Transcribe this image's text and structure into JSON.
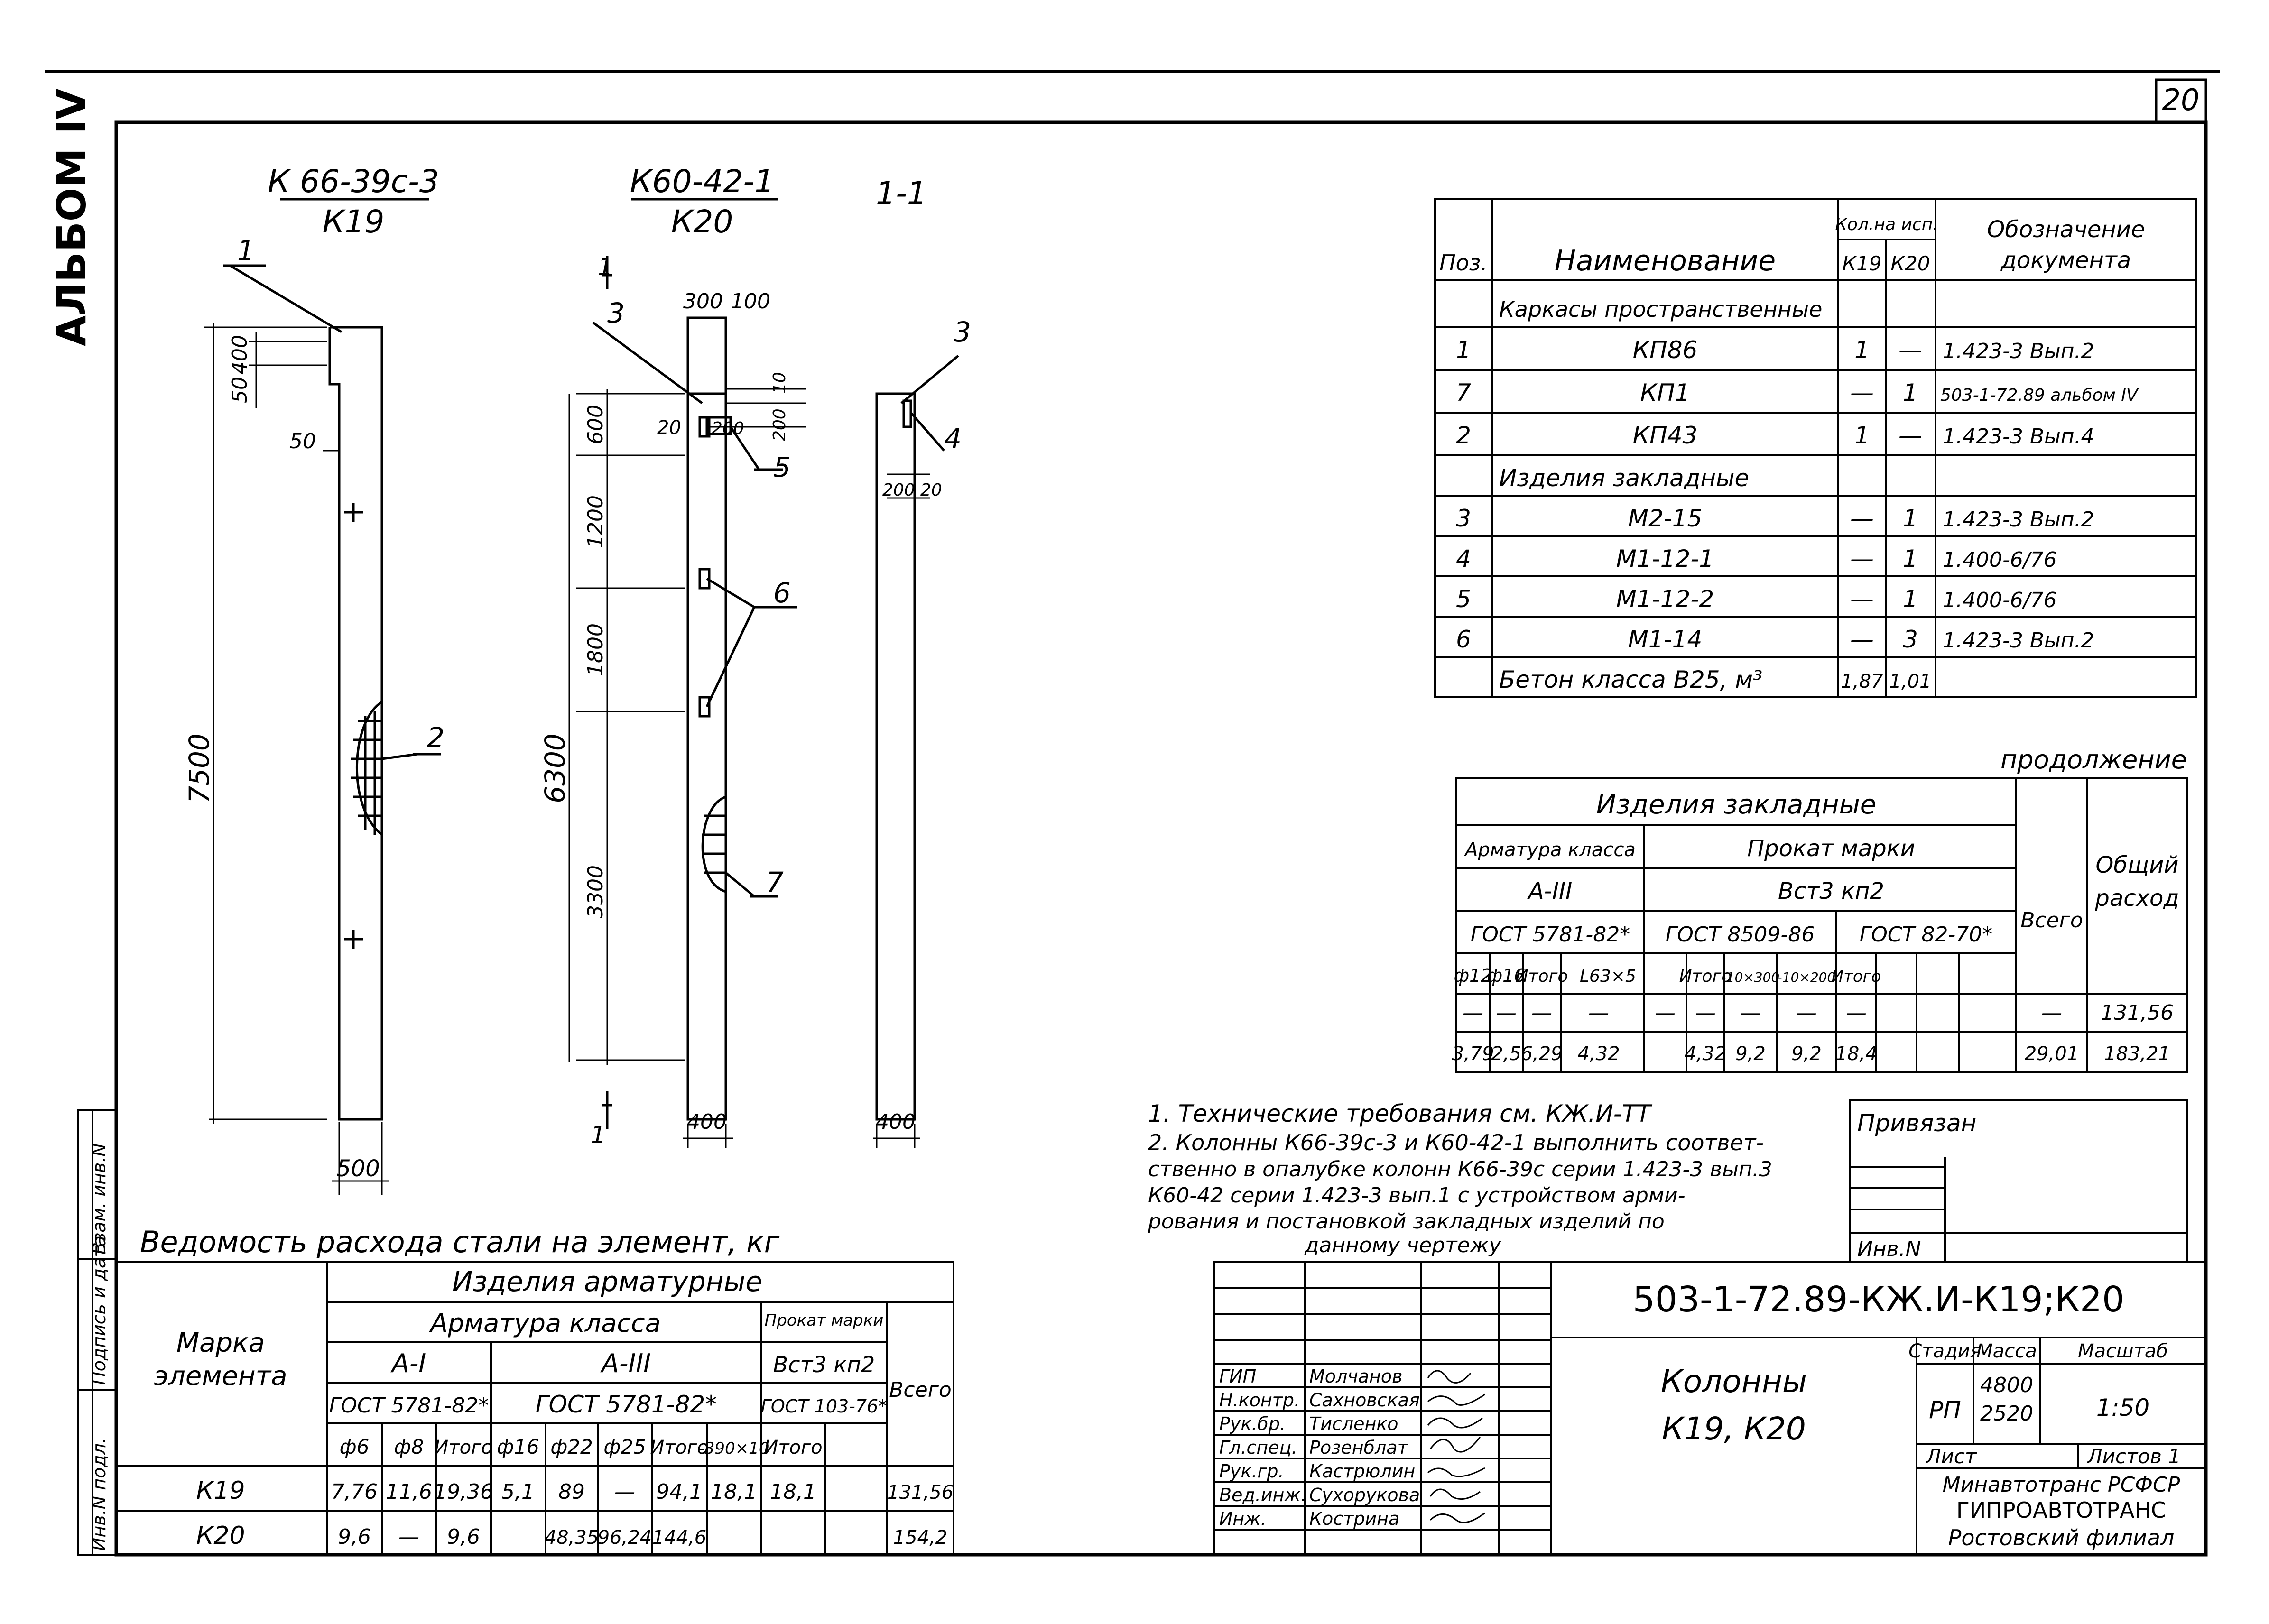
{
  "sheet_number": "20",
  "album": "АЛЬБОМ IV",
  "views": [
    {
      "mark": "К 66-39с-3",
      "sub": "К19"
    },
    {
      "mark": "К60-42-1",
      "sub": "К20"
    },
    {
      "mark": "1-1"
    }
  ],
  "drawing_dims": {
    "k19": {
      "top_a": "50",
      "top_b": "400",
      "side": "50",
      "height": "7500",
      "width": "500"
    },
    "k20": {
      "seg1": "600",
      "seg2": "1200",
      "seg3": "1800",
      "total": "6300",
      "seg4": "3300",
      "width": "400",
      "top_a": "300",
      "top_b": "100",
      "d20": "20",
      "d200": "200",
      "d10": "10"
    },
    "section": {
      "a": "200",
      "b": "20",
      "width": "400"
    }
  },
  "callouts": [
    "1",
    "2",
    "3",
    "4",
    "5",
    "6",
    "7"
  ],
  "section_mark": "1",
  "spec_table": {
    "headers": {
      "pos": "Поз.",
      "name": "Наименование",
      "qty": "Кол.на исп.",
      "k19": "К19",
      "k20": "К20",
      "doc": "Обозначение документа"
    },
    "groups": [
      {
        "title": "Каркасы пространственные",
        "rows": [
          {
            "pos": "1",
            "name": "КП86",
            "k19": "1",
            "k20": "—",
            "doc": "1.423-3 Вып.2"
          },
          {
            "pos": "7",
            "name": "КП1",
            "k19": "—",
            "k20": "1",
            "doc": "503-1-72.89 альбом IV"
          },
          {
            "pos": "2",
            "name": "КП43",
            "k19": "1",
            "k20": "—",
            "doc": "1.423-3 Вып.4"
          }
        ]
      },
      {
        "title": "Изделия закладные",
        "rows": [
          {
            "pos": "3",
            "name": "М2-15",
            "k19": "—",
            "k20": "1",
            "doc": "1.423-3 Вып.2"
          },
          {
            "pos": "4",
            "name": "М1-12-1",
            "k19": "—",
            "k20": "1",
            "doc": "1.400-6/76"
          },
          {
            "pos": "5",
            "name": "М1-12-2",
            "k19": "—",
            "k20": "1",
            "doc": "1.400-6/76"
          },
          {
            "pos": "6",
            "name": "М1-14",
            "k19": "—",
            "k20": "3",
            "doc": "1.423-3 Вып.2"
          }
        ]
      }
    ],
    "concrete": {
      "label": "Бетон класса В25, м³",
      "k19": "1,87",
      "k20": "1,01"
    }
  },
  "continuation": {
    "caption": "продолжение",
    "title": "Изделия закладные",
    "arm_class_header": "Арматура класса",
    "arm_class": "А-III",
    "arm_gost": "ГОСТ 5781-82*",
    "prokat_header": "Прокат марки",
    "prokat_grade": "Вст3 кп2",
    "gost_a": "ГОСТ 8509-86",
    "gost_b": "ГОСТ 82-70*",
    "total_header": "Всего",
    "overall_header": "Общий расход",
    "cols": [
      "ф12",
      "ф16",
      "Итого",
      "L63×5",
      "",
      "Итого",
      "-10×300",
      "-10×200",
      "Итого"
    ],
    "rows": [
      [
        "—",
        "—",
        "—",
        "—",
        "—",
        "—",
        "—",
        "—",
        "—",
        "—",
        "131,56"
      ],
      [
        "3,79",
        "2,5",
        "6,29",
        "4,32",
        "",
        "4,32",
        "9,2",
        "9,2",
        "18,4",
        "29,01",
        "183,21"
      ]
    ]
  },
  "notes": {
    "n1": "1. Технические требования см. КЖ.И-ТТ",
    "n2_l1": "2. Колонны К66-39с-3 и К60-42-1 выполнить соответ-",
    "n2_l2": "ственно в опалубке колонн К66-39с серии 1.423-3 вып.3",
    "n2_l3": "К60-42 серии 1.423-3 вып.1 с устройством арми-",
    "n2_l4": "рования и постановкой закладных изделий по",
    "n2_l5": "данному чертежу"
  },
  "privyazan": {
    "label": "Привязан",
    "inv": "Инв.N"
  },
  "left_margin_labels": [
    "Инв.N подл.",
    "Подпись и дата",
    "Взам. инв.N"
  ],
  "steel_table": {
    "caption": "Ведомость расхода стали на элемент, кг",
    "mark_header": "Марка элемента",
    "group_header": "Изделия арматурные",
    "arm_header": "Арматура класса",
    "prokat_header": "Прокат марки",
    "class_a1": "А-I",
    "class_a3": "А-III",
    "prokat_grade": "Вст3 кп2",
    "gost_a1": "ГОСТ 5781-82*",
    "gost_a3": "ГОСТ 5781-82*",
    "gost_prokat": "ГОСТ 103-76*",
    "total_header": "Всего",
    "cols": [
      "ф6",
      "ф8",
      "Итого",
      "ф16",
      "ф22",
      "ф25",
      "Итого",
      "-390×10",
      "Итого"
    ],
    "rows": [
      {
        "mark": "К19",
        "values": [
          "7,76",
          "11,6",
          "19,36",
          "5,1",
          "89",
          "—",
          "94,1",
          "18,1",
          "18,1",
          "131,56"
        ]
      },
      {
        "mark": "К20",
        "values": [
          "9,6",
          "—",
          "9,6",
          "",
          "48,35",
          "96,24",
          "144,6",
          "",
          "",
          "154,2"
        ]
      }
    ]
  },
  "title_block": {
    "code": "503-1-72.89-КЖ.И-К19;К20",
    "title_l1": "Колонны",
    "title_l2": "К19, К20",
    "stage_label": "Стадия",
    "mass_label": "Масса",
    "scale_label": "Масштаб",
    "stage": "РП",
    "mass_1": "4800",
    "mass_2": "2520",
    "scale": "1:50",
    "sheet_label": "Лист",
    "sheets_label": "Листов 1",
    "org_1": "Минавтотранс РСФСР",
    "org_2": "ГИПРОАВТОТРАНС",
    "org_3": "Ростовский филиал",
    "staff": [
      {
        "role": "ГИП",
        "name": "Молчанов"
      },
      {
        "role": "Н.контр.",
        "name": "Сахновская"
      },
      {
        "role": "Рук.бр.",
        "name": "Тисленко"
      },
      {
        "role": "Гл.спец.",
        "name": "Розенблат"
      },
      {
        "role": "Рук.гр.",
        "name": "Кастрюлин"
      },
      {
        "role": "Вед.инж.",
        "name": "Сухорукова"
      },
      {
        "role": "Инж.",
        "name": "Кострина"
      }
    ]
  }
}
